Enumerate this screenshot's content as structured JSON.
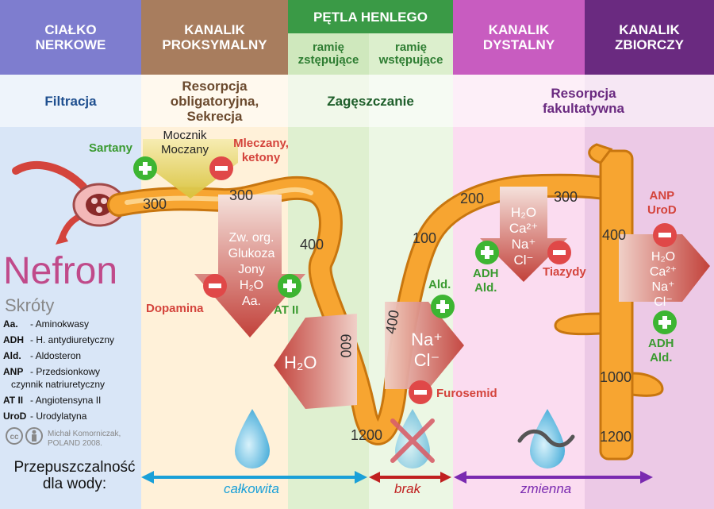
{
  "headers": {
    "glomerulus": "CIAŁKO\nNERKOWE",
    "proximal": "KANALIK\nPROKSYMALNY",
    "loop": "PĘTLA HENLEGO",
    "loop_desc": "ramię\nzstępujące",
    "loop_asc": "ramię\nwstępujące",
    "distal": "KANALIK\nDYSTALNY",
    "collecting": "KANALIK\nZBIORCZY"
  },
  "functions": {
    "filtration": "Filtracja",
    "obligatory": "Resorpcja\nobligatoryjna,\nSekrecja",
    "concentration": "Zagęszczanie",
    "facultative": "Resorpcja\nfakultatywna"
  },
  "labels": {
    "sartany": "Sartany",
    "mocznik": "Mocznik\nMoczany",
    "mleczany": "Mleczany,\nketony",
    "proximal_substances": "Zw. org.\nGlukoza\nJony\nH₂O\nAa.",
    "dopamina": "Dopamina",
    "at2": "AT II",
    "h2o": "H₂O",
    "nacl_loop": "Na⁺\nCl⁻",
    "ald_loop": "Ald.",
    "furosemid": "Furosemid",
    "distal_substances": "H₂O\nCa²⁺\nNa⁺\nCl⁻",
    "adh_ald_distal": "ADH\nAld.",
    "tiazydy": "Tiazydy",
    "anp_urod": "ANP\nUroD",
    "collecting_substances": "H₂O\nCa²⁺\nNa⁺\nCl⁻",
    "adh_ald_collecting": "ADH\nAld."
  },
  "osmolality": {
    "a": "300",
    "b": "300",
    "c": "400",
    "d": "600",
    "e": "1200",
    "f": "400",
    "g": "100",
    "h": "200",
    "i": "300",
    "j": "400",
    "k": "1000",
    "l": "1200"
  },
  "legend": {
    "title": "Nefron",
    "subtitle": "Skróty",
    "items": [
      {
        "abbr": "Aa.",
        "text": "- Aminokwasy"
      },
      {
        "abbr": "ADH",
        "text": "- H. antydiuretyczny"
      },
      {
        "abbr": "Ald.",
        "text": "- Aldosteron"
      },
      {
        "abbr": "ANP",
        "text": "- Przedsionkowy\n   czynnik natriuretyczny"
      },
      {
        "abbr": "AT II",
        "text": "- Angiotensyna II"
      },
      {
        "abbr": "UroD",
        "text": "- Urodylatyna"
      }
    ],
    "credit": "Michał Komorniczak,\nPOLAND 2008."
  },
  "permeability": {
    "label": "Przepuszczalność\ndla wody:",
    "total": "całkowita",
    "none": "brak",
    "variable": "zmienna"
  },
  "colors": {
    "glomerulus": "#7e7dcf",
    "proximal": "#a87d5e",
    "loop": "#3a9a46",
    "distal": "#c85cc0",
    "collecting": "#6a2a80",
    "tubule": "#f7a531",
    "plus": "#3db532",
    "minus": "#e04848",
    "arrow_blue": "#1aa0d8",
    "arrow_red": "#c02020",
    "arrow_purple": "#7a2ab0"
  }
}
